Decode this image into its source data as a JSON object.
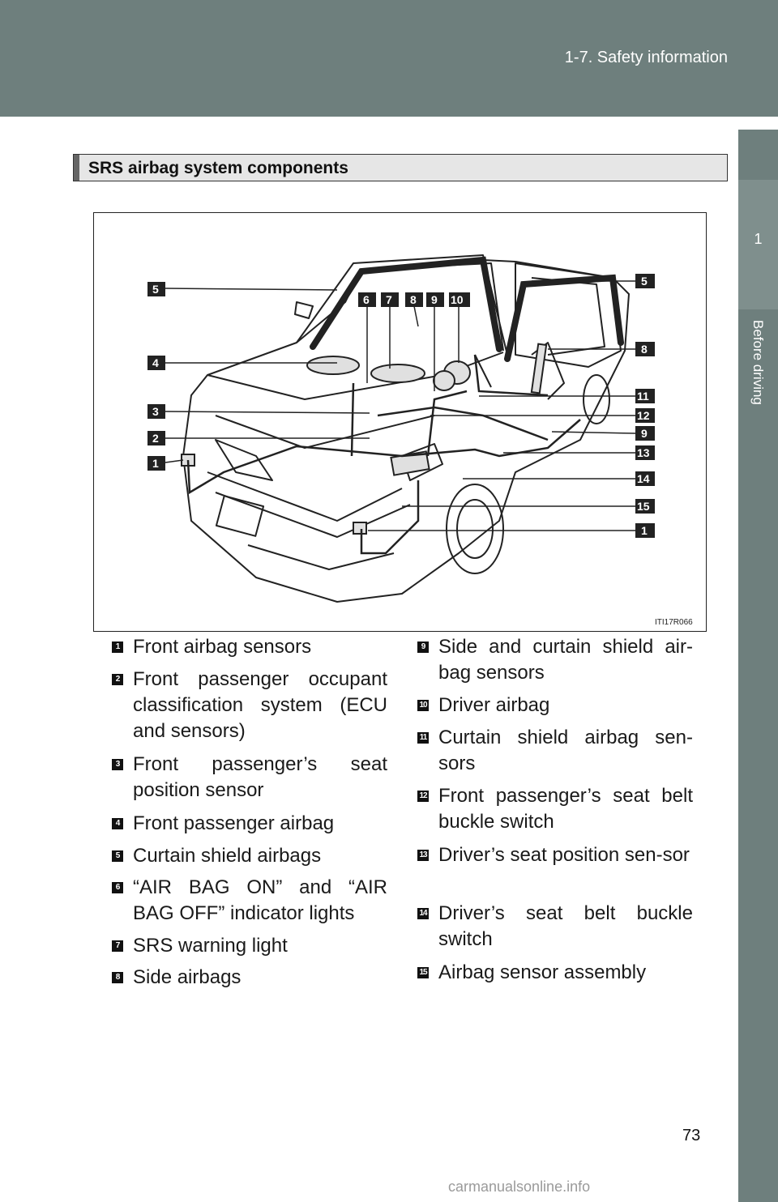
{
  "header": {
    "title": "1-7. Safety information"
  },
  "side_tab": {
    "number": "1",
    "label": "Before driving"
  },
  "section": {
    "title": "SRS airbag system components"
  },
  "diagram": {
    "image_code": "ITI17R066",
    "callouts_left": [
      "5",
      "4",
      "3",
      "2",
      "1"
    ],
    "callouts_top": [
      "6",
      "7",
      "8",
      "9",
      "10"
    ],
    "callouts_right": [
      "5",
      "8",
      "11",
      "12",
      "9",
      "13",
      "14",
      "15",
      "1"
    ]
  },
  "legend": [
    {
      "num": "1",
      "text": "Front airbag sensors"
    },
    {
      "num": "2",
      "text": "Front passenger occupant classification system (ECU and sensors)"
    },
    {
      "num": "3",
      "text": "Front passenger’s seat position sensor"
    },
    {
      "num": "4",
      "text": "Front passenger airbag"
    },
    {
      "num": "5",
      "text": "Curtain shield airbags"
    },
    {
      "num": "6",
      "text": "“AIR BAG ON” and “AIR BAG OFF” indicator lights"
    },
    {
      "num": "7",
      "text": "SRS warning light"
    },
    {
      "num": "8",
      "text": "Side airbags"
    },
    {
      "num": "9",
      "text": "Side and curtain shield air-bag sensors"
    },
    {
      "num": "10",
      "text": "Driver airbag"
    },
    {
      "num": "11",
      "text": "Curtain shield airbag sen-sors"
    },
    {
      "num": "12",
      "text": "Front passenger’s seat belt buckle switch"
    },
    {
      "num": "13",
      "text": "Driver’s seat position sen-sor"
    },
    {
      "num": "14",
      "text": "Driver’s seat belt buckle switch"
    },
    {
      "num": "15",
      "text": "Airbag sensor assembly"
    }
  ],
  "page_number": "73",
  "footer": {
    "url": "carmanualsonline.info"
  }
}
